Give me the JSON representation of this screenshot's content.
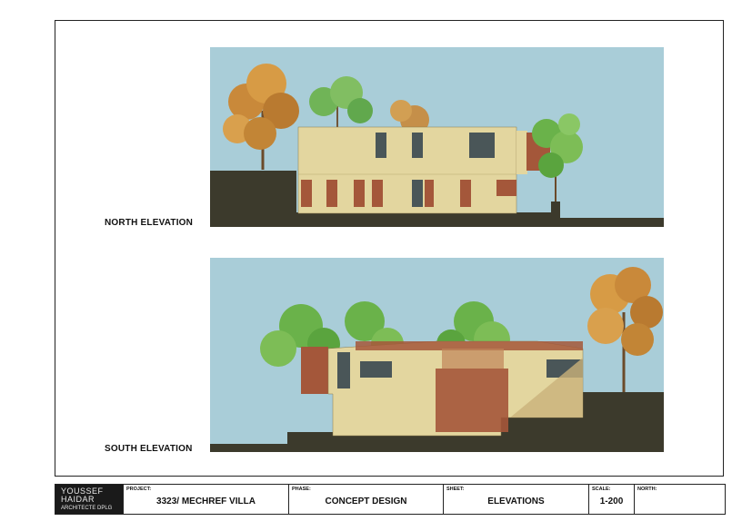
{
  "elevations": [
    {
      "label": "NORTH ELEVATION"
    },
    {
      "label": "SOUTH ELEVATION"
    }
  ],
  "title_block": {
    "firm_line1": "YOUSSEF",
    "firm_line2": "HAIDAR",
    "firm_line3": "ARCHITECTE DPLG",
    "project_caption": "PROJECT:",
    "project_value": "3323/ MECHREF VILLA",
    "phase_caption": "PHASE:",
    "phase_value": "CONCEPT DESIGN",
    "sheet_caption": "SHEET:",
    "sheet_value": "ELEVATIONS",
    "scale_caption": "SCALE:",
    "scale_value": "1-200",
    "north_caption": "NORTH:",
    "north_value": ""
  },
  "colors": {
    "sky": "#a9cdd8",
    "ground": "#3c3a2c",
    "stone": "#e3d69f",
    "timber": "#a4573a",
    "glass": "#4a5658",
    "tree_orange": "#c9893a",
    "tree_green": "#6ab24a"
  }
}
